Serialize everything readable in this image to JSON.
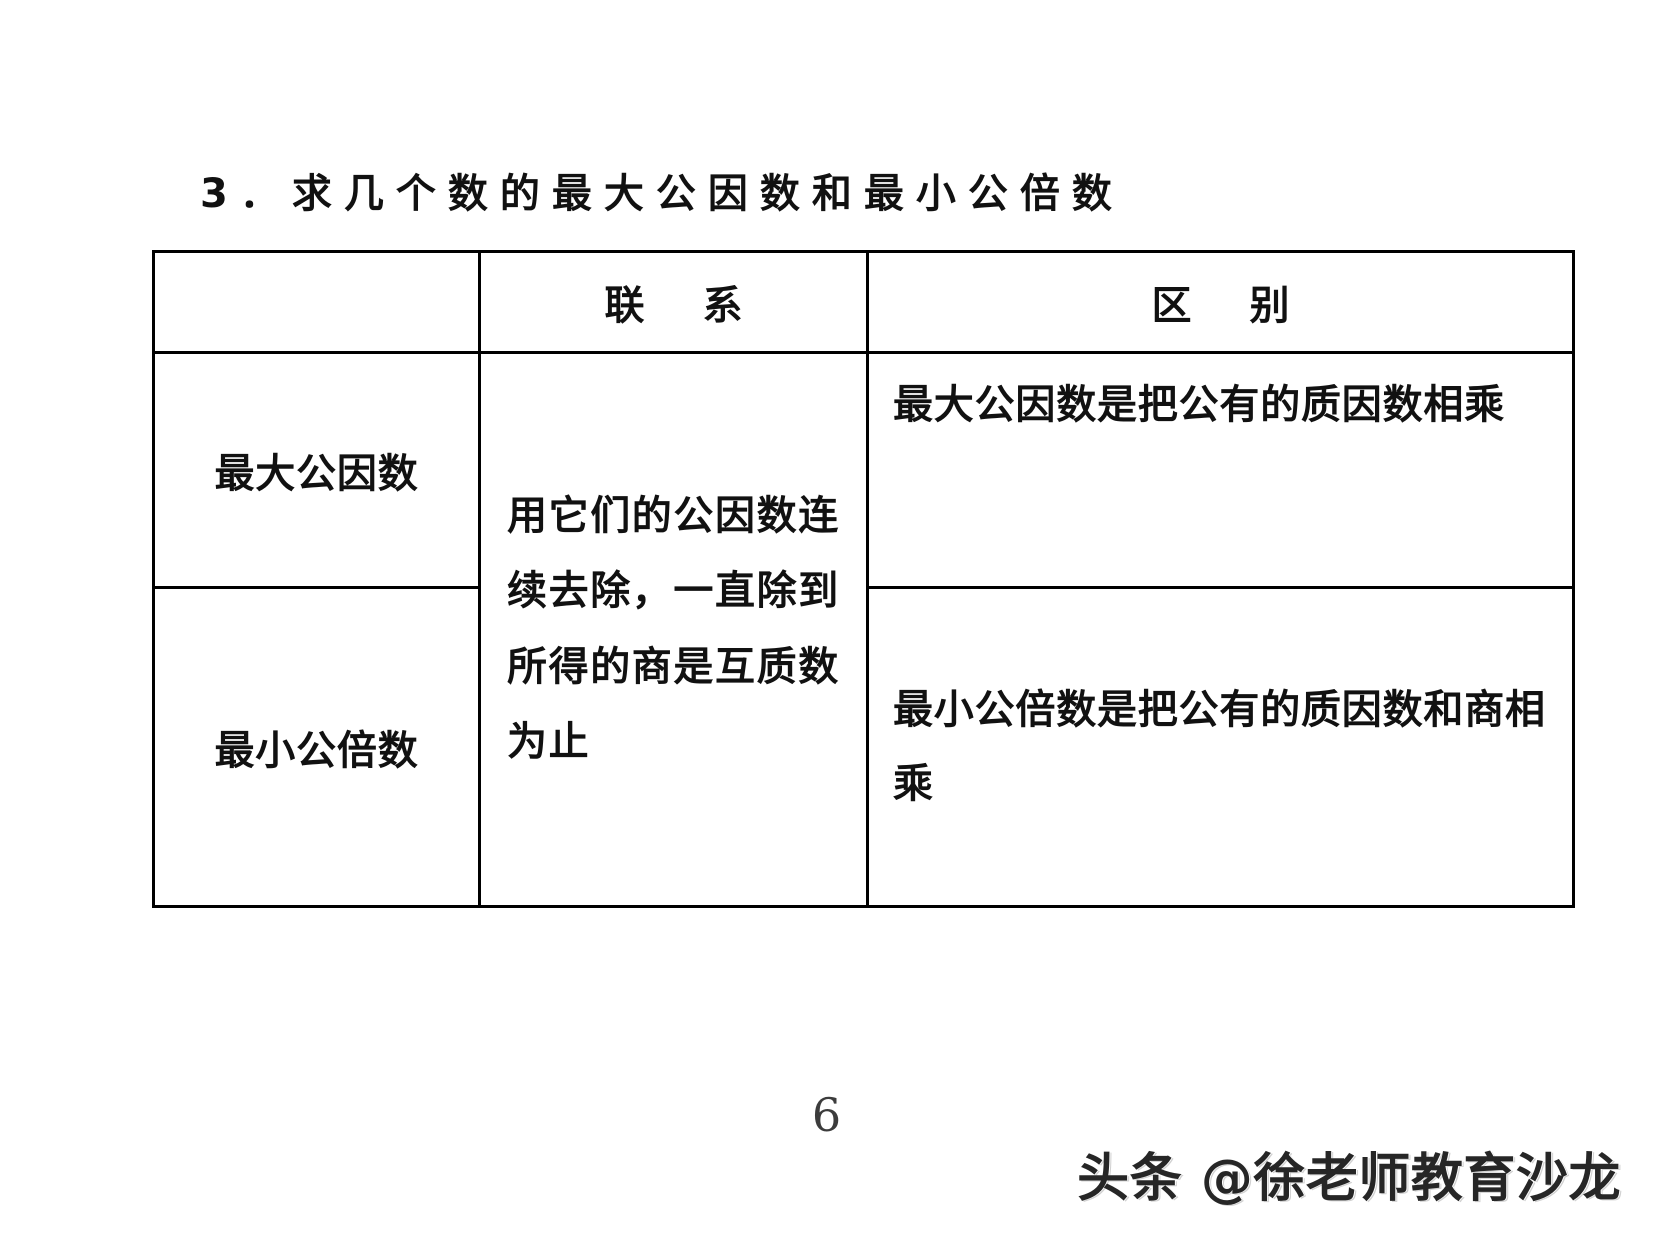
{
  "page": {
    "heading": "3．求几个数的最大公因数和最小公倍数",
    "page_number": "6",
    "watermark": "头条 @徐老师教育沙龙",
    "background_color": "#ffffff",
    "text_color": "#111111",
    "border_color": "#000000"
  },
  "table": {
    "headers": {
      "corner": "",
      "col2": "联 系",
      "col3": "区 别"
    },
    "rows": [
      {
        "name": "最大公因数",
        "link": "用它们的公因数连续去除，一直除到所得的商是互质数为止",
        "difference": "最大公因数是把公有的质因数相乘"
      },
      {
        "name": "最小公倍数",
        "link": "",
        "difference": "最小公倍数是把公有的质因数和商相乘"
      }
    ]
  }
}
